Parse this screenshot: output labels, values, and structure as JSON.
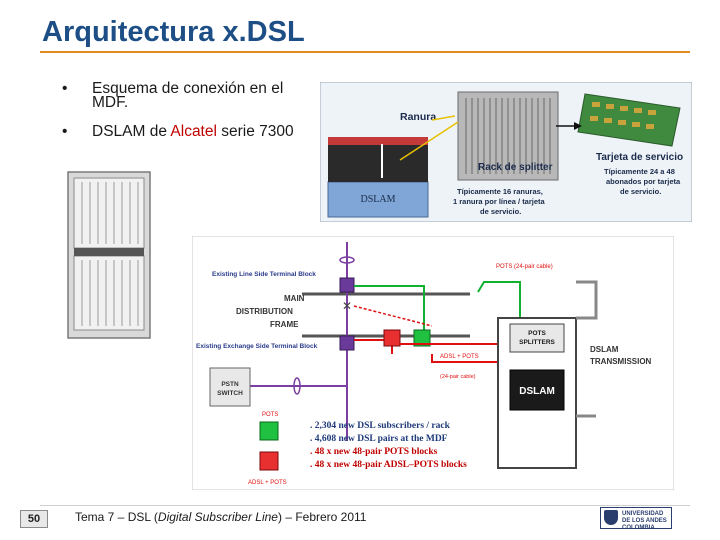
{
  "slide": {
    "title": "Arquitectura x.DSL",
    "bullets": [
      {
        "marker": "•",
        "text": "Esquema de conexión en el MDF."
      },
      {
        "marker": "•",
        "text_pre": "DSLAM de ",
        "text_red": "Alcatel",
        "text_post": " serie 7300"
      }
    ],
    "page_number": "50",
    "footer_pre": "Tema 7  –  DSL (",
    "footer_italic": "Digital Subscriber Line",
    "footer_post": ")  –  Febrero 2011",
    "logo_lines": [
      "UNIVERSIDAD",
      "DE LOS ANDES",
      "COLOMBIA"
    ]
  },
  "top_figure": {
    "ranura_label": "Ranura",
    "rack_label": "Rack de splitter",
    "dslam_label": "DSLAM",
    "slots_note": [
      "Típicamente 16 ranuras,",
      "1 ranura por línea / tarjeta",
      "de servicio."
    ],
    "card_label": "Tarjeta de servicio",
    "card_note": [
      "Típicamente 24 a 48",
      "abonados por tarjeta",
      "de servicio."
    ]
  },
  "diagram": {
    "existing_line_side": "Existing Line Side Terminal Block",
    "main_distribution_frame": [
      "MAIN",
      "DISTRIBUTION",
      "FRAME"
    ],
    "existing_exchange_side": "Existing Exchange Side Terminal Block",
    "pots_cable": "POTS (24-pair cable)",
    "pots_splitters": [
      "POTS",
      "SPLITTERS"
    ],
    "adsl_pots_cable": "ADSL + POTS",
    "adsl_pots_cable_note": "(24-pair cable)",
    "dslam_transmission": [
      "DSLAM",
      "TRANSMISSION"
    ],
    "dslam": "DSLAM",
    "pstn_switch": [
      "PSTN",
      "SWITCH"
    ],
    "legend_pots": "POTS",
    "legend_adsl_pots": "ADSL + POTS",
    "stats": [
      ". 2,304 new DSL subscribers / rack",
      ". 4,608 new DSL pairs at the MDF",
      ". 48 x new 48-pair POTS blocks",
      ". 48 x new 48-pair ADSL–POTS blocks"
    ]
  },
  "colors": {
    "title": "#1d4f86",
    "accent_rule": "#e58a1f",
    "label_red": "#c00000",
    "wire_green": "#10b030",
    "wire_red": "#e01010",
    "stats_blue": "#1f3a7a",
    "stats_red": "#c00000"
  }
}
